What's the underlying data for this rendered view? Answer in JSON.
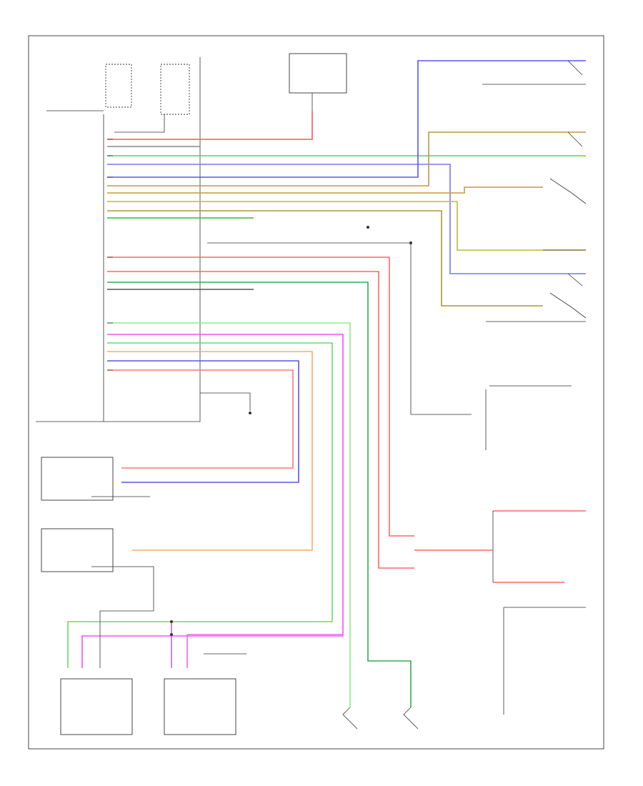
{
  "diagram": {
    "footer_code": "",
    "components": [
      {
        "id": "connector-block-left",
        "text": ""
      },
      {
        "id": "relay-top-center",
        "text": ""
      },
      {
        "id": "switch-rear-right",
        "text": ""
      },
      {
        "id": "switch-left-rear-door",
        "text": ""
      },
      {
        "id": "switch-left-front-door",
        "text": ""
      },
      {
        "id": "control-module-right",
        "text": ""
      },
      {
        "id": "trunk-light-switch",
        "text": ""
      },
      {
        "id": "left-front-lock-motor",
        "text": ""
      },
      {
        "id": "right-front-lock-motor",
        "text": ""
      },
      {
        "id": "left-rear-door-switch-bottom",
        "text": ""
      },
      {
        "id": "right-rear-door-switch-bottom",
        "text": ""
      }
    ],
    "wire_colors": {
      "red": "#ff4d4d",
      "green": "#33cc33",
      "blue": "#3333dd",
      "light_blue": "#7777ff",
      "olive": "#aa9933",
      "gray": "#888888",
      "dark_gray": "#555555",
      "pink": "#ee44ee",
      "orange": "#ff9933",
      "yellow": "#bbbb33"
    }
  }
}
